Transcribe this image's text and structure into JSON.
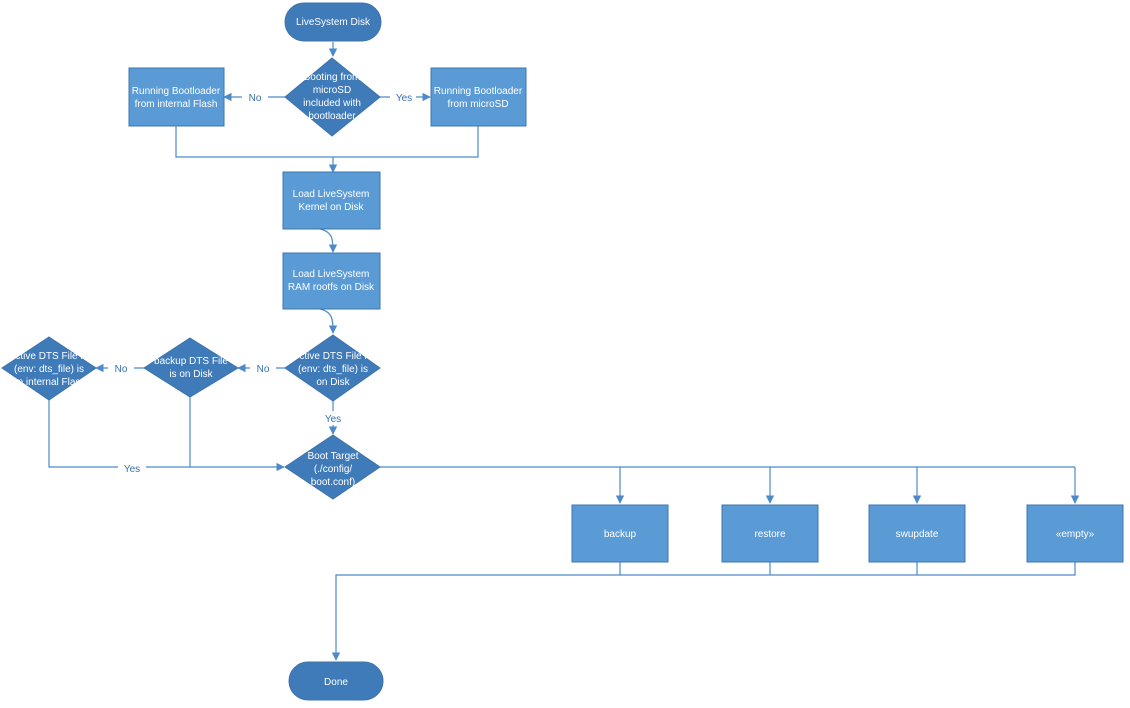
{
  "nodes": {
    "start": "LiveSystem Disk",
    "boot_from_microsd": [
      "Booting from",
      "microSD",
      "included with",
      "bootloader"
    ],
    "run_bootloader_flash": [
      "Running Bootloader",
      "from internal Flash"
    ],
    "run_bootloader_microsd": [
      "Running Bootloader",
      "from microSD"
    ],
    "load_kernel": [
      "Load LiveSystem",
      "Kernel on Disk"
    ],
    "load_rootfs": [
      "Load LiveSystem",
      "RAM rootfs on Disk"
    ],
    "active_dts_disk": [
      "ctive DTS File i",
      "(env: dts_file) is",
      "on Disk"
    ],
    "backup_dts_disk": [
      "backup DTS File",
      "is on Disk"
    ],
    "active_dts_flash": [
      "ctive DTS File i",
      "(env: dts_file) is",
      "n internal Flas"
    ],
    "boot_target": [
      "Boot Target",
      "(./config/",
      "boot.conf)"
    ],
    "backup": "backup",
    "restore": "restore",
    "swupdate": "swupdate",
    "empty": "«empty»",
    "done": "Done"
  },
  "edge_labels": {
    "no_flash": "No",
    "yes_microsd": "Yes",
    "no_backup": "No",
    "no_flash_dts": "No",
    "yes_boot_target": "Yes",
    "yes_from_left": "Yes"
  }
}
